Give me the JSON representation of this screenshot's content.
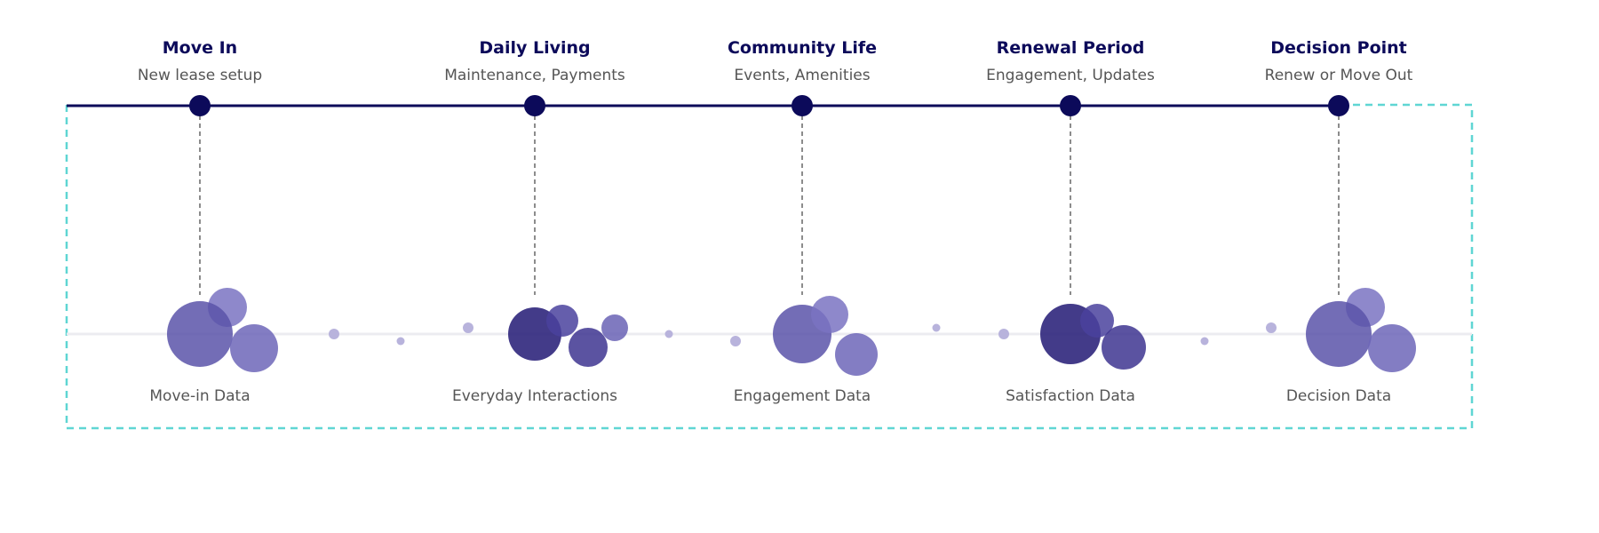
{
  "colors": {
    "navy": "#0c0a5a",
    "subtext": "#555555",
    "teal_dashed": "#5fd6d3",
    "connector": "#666666",
    "baseline_light": "#e9e9ee",
    "bubble_light": "#7a73c2",
    "bubble_mid": "#5a53a9",
    "bubble_dark": "#3a2f86",
    "dot_faint": "#b8b3dc"
  },
  "stages": [
    {
      "title": "Move In",
      "subtitle": "New lease setup",
      "data_label": "Move-in Data"
    },
    {
      "title": "Daily Living",
      "subtitle": "Maintenance, Payments",
      "data_label": "Everyday Interactions"
    },
    {
      "title": "Community Life",
      "subtitle": "Events, Amenities",
      "data_label": "Engagement Data"
    },
    {
      "title": "Renewal Period",
      "subtitle": "Engagement, Updates",
      "data_label": "Satisfaction Data"
    },
    {
      "title": "Decision Point",
      "subtitle": "Renew or Move Out",
      "data_label": "Decision Data"
    }
  ]
}
